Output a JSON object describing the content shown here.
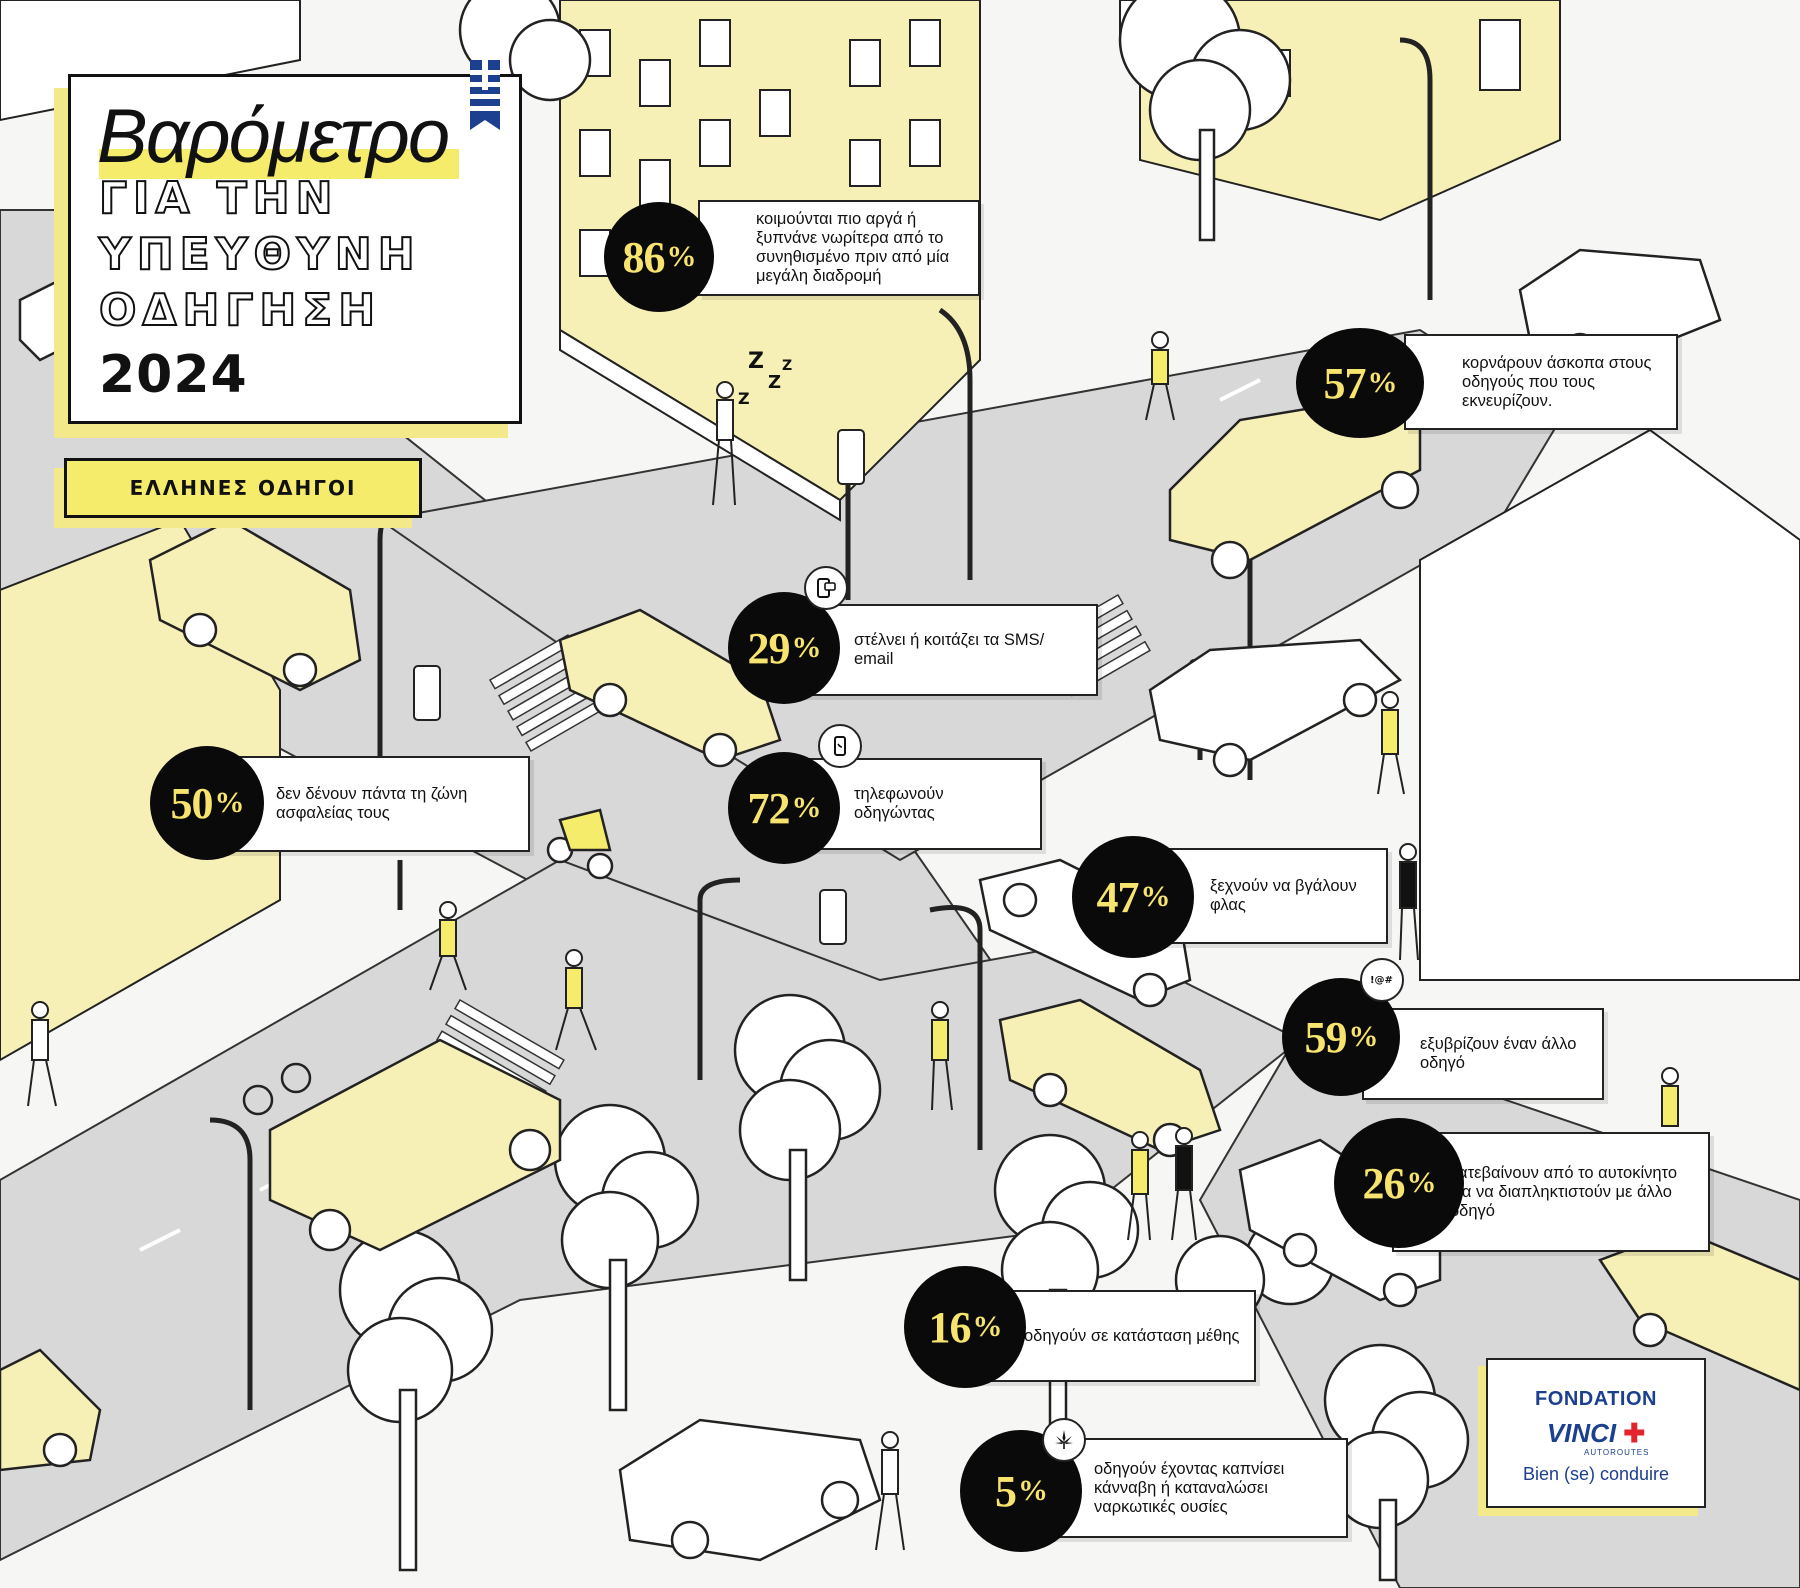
{
  "title": {
    "main": "Βαρόμετρο",
    "line1": "ΓΙΑ ΤΗΝ",
    "line2": "ΥΠΕΥΘΥΝΗ",
    "line3": "ΟΔΗΓΗΣΗ",
    "year": "2024"
  },
  "tag": "ΕΛΛΗΝΕΣ ΟΔΗΓΟΙ",
  "stats": [
    {
      "id": "sleep",
      "value": "86",
      "text": "κοιμούνται πιο αργά ή ξυπνάνε νωρίτερα από το συνηθισμένο πριν από μία μεγάλη διαδρομή"
    },
    {
      "id": "horn",
      "value": "57",
      "text": "κορνάρουν άσκοπα στους οδηγούς που τους εκνευρίζουν."
    },
    {
      "id": "sms",
      "value": "29",
      "text": "στέλνει ή κοιτάζει τα SMS/ email"
    },
    {
      "id": "phone",
      "value": "72",
      "text": "τηλεφωνούν οδηγώντας"
    },
    {
      "id": "seatbelt",
      "value": "50",
      "text": "δεν δένουν πάντα τη ζώνη ασφαλείας τους"
    },
    {
      "id": "lights",
      "value": "47",
      "text": "ξεχνούν να βγάλουν φλας"
    },
    {
      "id": "insult",
      "value": "59",
      "text": "εξυβρίζουν έναν άλλο οδηγό"
    },
    {
      "id": "fight",
      "value": "26",
      "text": "κατεβαίνουν από το αυτοκίνητο για να διαπληκτιστούν με άλλο οδηγό"
    },
    {
      "id": "drunk",
      "value": "16",
      "text": "οδηγούν σε κατάσταση μέθης"
    },
    {
      "id": "cannabis",
      "value": "5",
      "text": "οδηγούν έχοντας καπνίσει κάνναβη ή καταναλώσει ναρκωτικές ουσίες"
    }
  ],
  "percent_sign": "%",
  "logo": {
    "line1": "FONDATION",
    "line2": "VINCI",
    "line2_sub": "AUTOROUTES",
    "line3": "Bien (se) conduire"
  },
  "colors": {
    "accent_yellow": "#f6ec6c",
    "pale_yellow": "#f7f0b6",
    "circle": "#0a0a0a",
    "circle_text": "#f7e46e",
    "logo_blue": "#1c3f8f",
    "logo_red": "#e4242c"
  },
  "icons": {
    "sms": "message-phone-icon",
    "phone": "phone-call-icon",
    "insult": "angry-speech-icon",
    "cannabis": "cannabis-leaf-icon",
    "flag": "greek-flag-icon"
  }
}
